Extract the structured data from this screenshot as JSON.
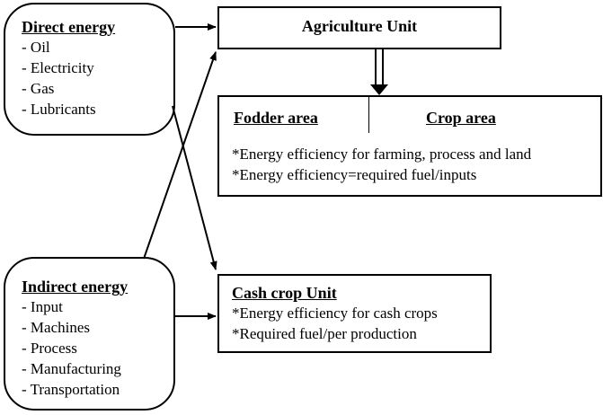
{
  "direct_energy": {
    "title": "Direct energy",
    "items": [
      "- Oil",
      "- Electricity",
      "- Gas",
      "- Lubricants"
    ]
  },
  "indirect_energy": {
    "title": "Indirect energy",
    "items": [
      "- Input",
      "- Machines",
      "- Process",
      "- Manufacturing",
      "- Transportation"
    ]
  },
  "agriculture_unit": {
    "title": "Agriculture Unit"
  },
  "areas": {
    "fodder": "Fodder area",
    "crop": "Crop area",
    "lines": [
      "*Energy efficiency for farming, process and land",
      "*Energy efficiency=required fuel/inputs"
    ]
  },
  "cash_crop_unit": {
    "title": "Cash crop Unit",
    "lines": [
      "*Energy efficiency for cash crops",
      "*Required fuel/per production"
    ]
  }
}
